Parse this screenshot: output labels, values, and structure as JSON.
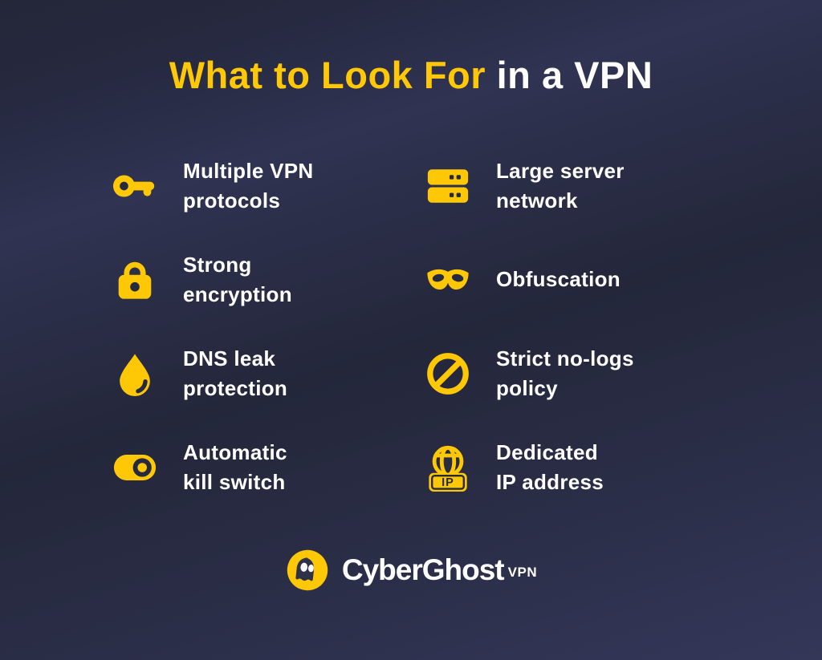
{
  "header": {
    "highlight": "What to Look For",
    "rest": " in a VPN"
  },
  "features": {
    "left": [
      {
        "icon": "key-icon",
        "label": "Multiple VPN\nprotocols"
      },
      {
        "icon": "lock-icon",
        "label": "Strong\nencryption"
      },
      {
        "icon": "droplet-icon",
        "label": "DNS leak\nprotection"
      },
      {
        "icon": "toggle-icon",
        "label": "Automatic\nkill switch"
      }
    ],
    "right": [
      {
        "icon": "server-icon",
        "label": "Large server\nnetwork"
      },
      {
        "icon": "mask-icon",
        "label": "Obfuscation"
      },
      {
        "icon": "no-sign-icon",
        "label": "Strict no-logs\npolicy"
      },
      {
        "icon": "globe-ip-icon",
        "label": "Dedicated\nIP address",
        "icon_text": "IP"
      }
    ]
  },
  "brand": {
    "name": "CyberGhost",
    "suffix": "VPN"
  },
  "colors": {
    "accent": "#FFC806",
    "background": "#262A40",
    "text": "#FFFFFF"
  }
}
